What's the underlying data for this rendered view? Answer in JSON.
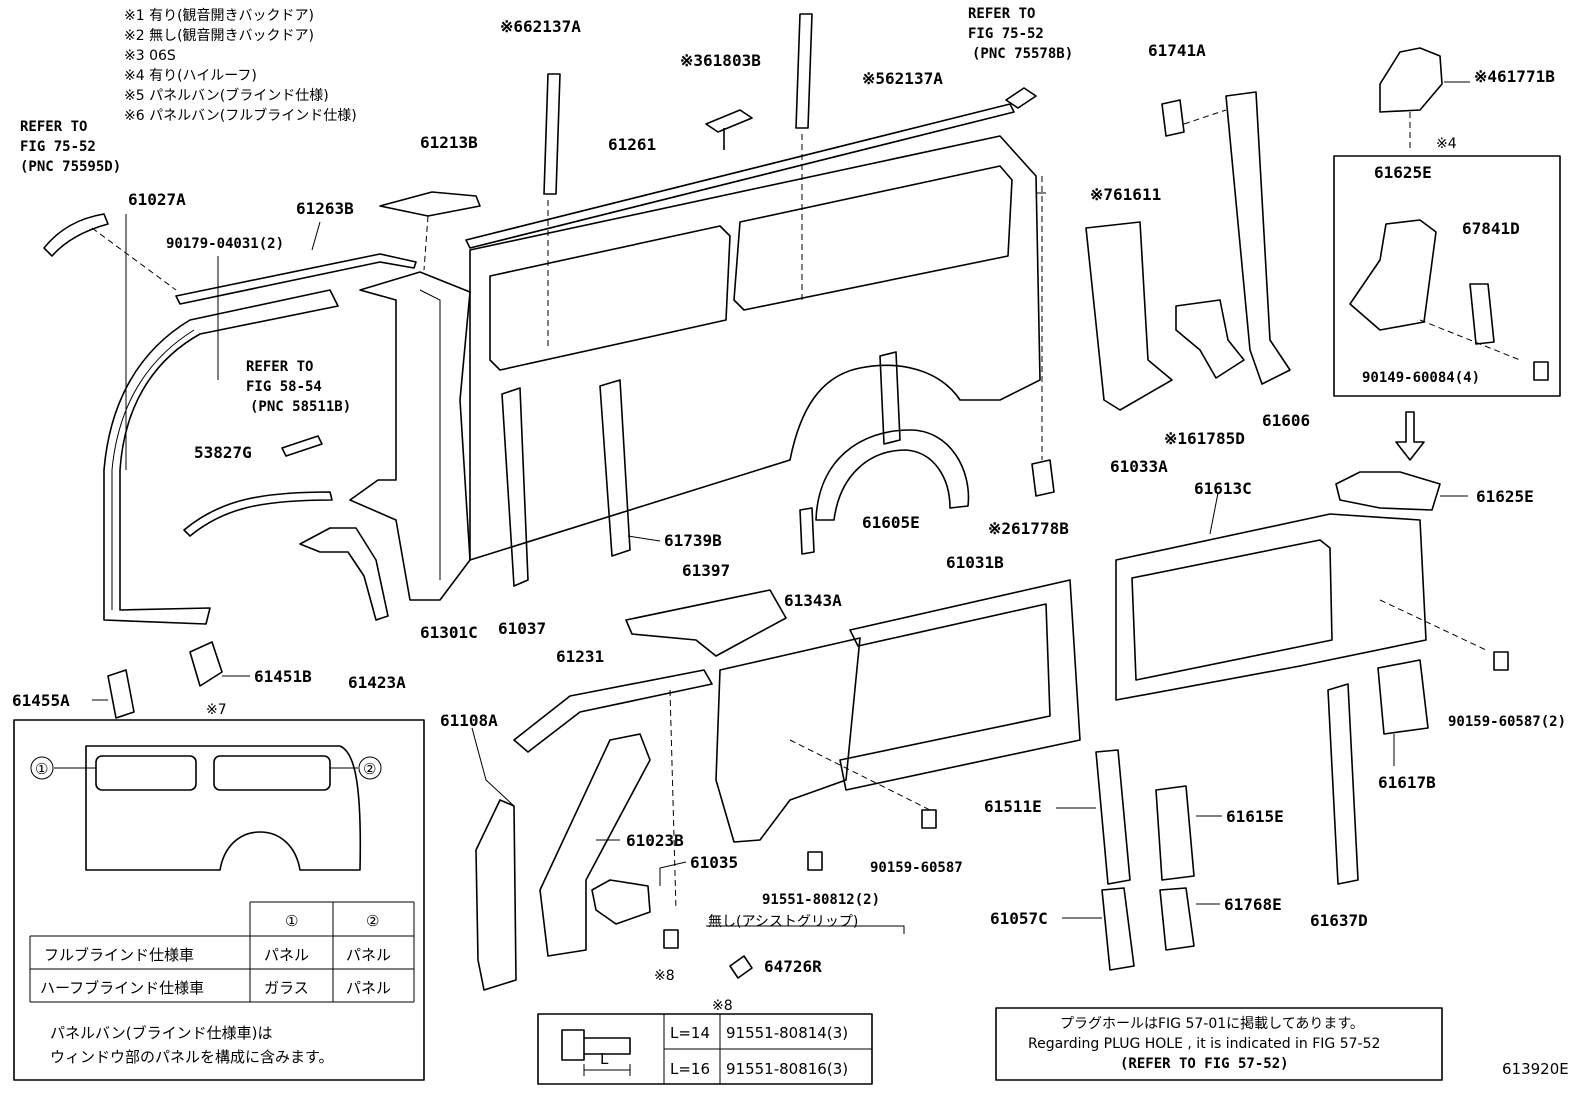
{
  "legend_notes": [
    "※1 有り(観音開きバックドア)",
    "※2 無し(観音開きバックドア)",
    "※3 06S",
    "※4 有り(ハイルーフ)",
    "※5 パネルバン(ブラインド仕様)",
    "※6 パネルバン(フルブラインド仕様)"
  ],
  "refer_blocks": {
    "fig7552_75595": [
      "REFER TO",
      "FIG 75-52",
      "(PNC 75595D)"
    ],
    "fig7552_75578": [
      "REFER TO",
      "FIG 75-52",
      "(PNC 75578B)"
    ],
    "fig5854_58511": [
      "REFER TO",
      "FIG 58-54",
      "(PNC 58511B)"
    ]
  },
  "part_labels": {
    "p61027A": "61027A",
    "p90179": "90179-04031(2)",
    "p61263B": "61263B",
    "p61213B": "61213B",
    "p62137A_6": "※662137A",
    "p61803B": "※361803B",
    "p62137A_5": "※562137A",
    "p61261": "61261",
    "p61611": "※761611",
    "p61741A": "61741A",
    "p61771B": "※461771B",
    "mark4": "※4",
    "p61625E_box": "61625E",
    "p67841D": "67841D",
    "p90149": "90149-60084(4)",
    "p53827G": "53827G",
    "p61033A": "61033A",
    "p61785D": "※161785D",
    "p61606": "61606",
    "p61605E": "61605E",
    "p61778B": "※261778B",
    "p61739B": "61739B",
    "p61037": "61037",
    "p61301C": "61301C",
    "p61423A": "61423A",
    "p61451B": "61451B",
    "p61455A": "61455A",
    "mark7": "※7",
    "p61397": "61397",
    "p61343A": "61343A",
    "p61231": "61231",
    "p61108A": "61108A",
    "p61023B": "61023B",
    "p61035": "61035",
    "p61031B": "61031B",
    "p61613C": "61613C",
    "p61625E": "61625E",
    "p90159_2": "90159-60587(2)",
    "p61617B": "61617B",
    "p90159": "90159-60587",
    "p91551_80812": "91551-80812(2)",
    "mark8": "※8",
    "assist_grip": "無し(アシストグリップ)",
    "p64726R": "64726R",
    "p61511E": "61511E",
    "p61615E": "61615E",
    "p61057C": "61057C",
    "p61768E": "61768E",
    "p61637D": "61637D",
    "mark8_table": "※8"
  },
  "blind_table": {
    "circle1": "①",
    "circle2": "②",
    "headers": [
      "①",
      "②"
    ],
    "rows": [
      {
        "name": "フルブラインド仕様車",
        "c1": "パネル",
        "c2": "パネル"
      },
      {
        "name": "ハーフブラインド仕様車",
        "c1": "ガラス",
        "c2": "パネル"
      }
    ],
    "note_lines": [
      "パネルバン(ブラインド仕様車)は",
      "ウィンドウ部のパネルを構成に含みます。"
    ]
  },
  "bolt_table": {
    "dim_label": "L",
    "rows": [
      {
        "length": "L=14",
        "part": "91551-80814(3)"
      },
      {
        "length": "L=16",
        "part": "91551-80816(3)"
      }
    ]
  },
  "plug_hole_note": {
    "line1": "プラグホールはFIG 57-01に掲載してあります。",
    "line2": "Regarding PLUG HOLE , it is indicated in FIG 57-52",
    "line3": "(REFER TO FIG 57-52)"
  },
  "figure_id": "613920E"
}
